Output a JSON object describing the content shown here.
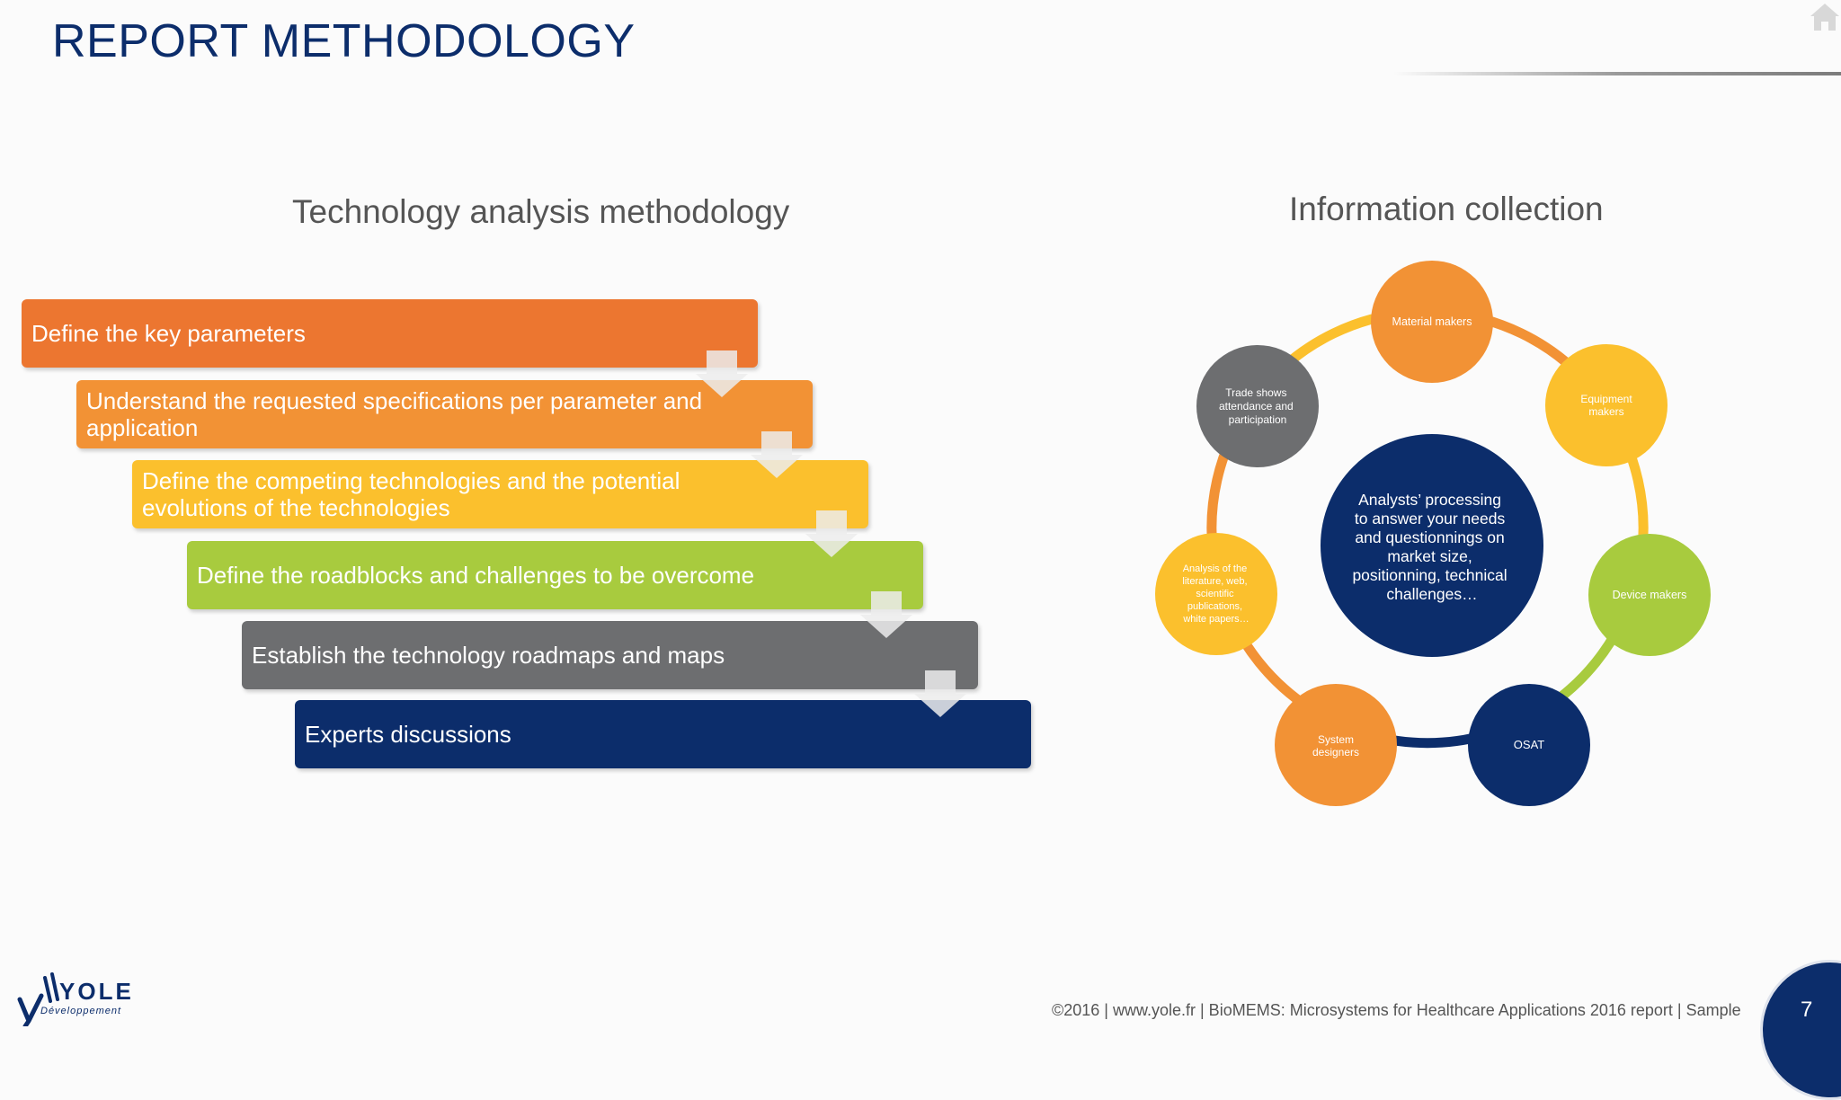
{
  "title": "REPORT METHODOLOGY",
  "left_section": {
    "title": "Technology analysis methodology",
    "steps": [
      {
        "label": "Define the key parameters",
        "color": "#ec7630"
      },
      {
        "label": "Understand the requested specifications per parameter and application",
        "color": "#f29235"
      },
      {
        "label": "Define the competing technologies and the potential evolutions of the technologies",
        "color": "#fbc02d"
      },
      {
        "label": "Define the roadblocks and challenges to be overcome",
        "color": "#a8cb3e"
      },
      {
        "label": "Establish the technology roadmaps and maps",
        "color": "#6d6e70"
      },
      {
        "label": "Experts discussions",
        "color": "#0c2d6b"
      }
    ]
  },
  "right_section": {
    "title": "Information collection",
    "center_text": "Analysts’ processing to answer your needs and questionnings on market size, positionning, technical challenges…",
    "nodes": [
      {
        "label": "Material makers",
        "color": "#f29235"
      },
      {
        "label": "Equipment makers",
        "color": "#fbc02d"
      },
      {
        "label": "Device makers",
        "color": "#a8cb3e"
      },
      {
        "label": "OSAT",
        "color": "#0c2d6b"
      },
      {
        "label": "System designers",
        "color": "#f29235"
      },
      {
        "label": "Analysis of the literature, web, scientific publications, white papers…",
        "color": "#fbc02d"
      },
      {
        "label": "Trade shows attendance and participation",
        "color": "#6d6e70"
      }
    ]
  },
  "footer": {
    "text": "©2016 | www.yole.fr | BioMEMS: Microsystems for Healthcare Applications 2016 report | Sample",
    "page_number": "7",
    "logo_name": "YOLE",
    "logo_sub": "Développement"
  }
}
